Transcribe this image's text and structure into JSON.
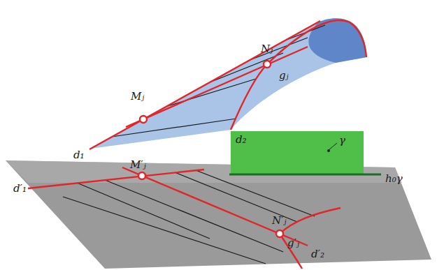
{
  "diagram": {
    "labels": [
      "d₁",
      "Mⱼ",
      "Nⱼ",
      "gⱼ",
      "d₂",
      "γ",
      "h₀γ",
      "d′₁",
      "M′ⱼ",
      "N′ⱼ",
      "g′ⱼ",
      "d′₂"
    ]
  }
}
